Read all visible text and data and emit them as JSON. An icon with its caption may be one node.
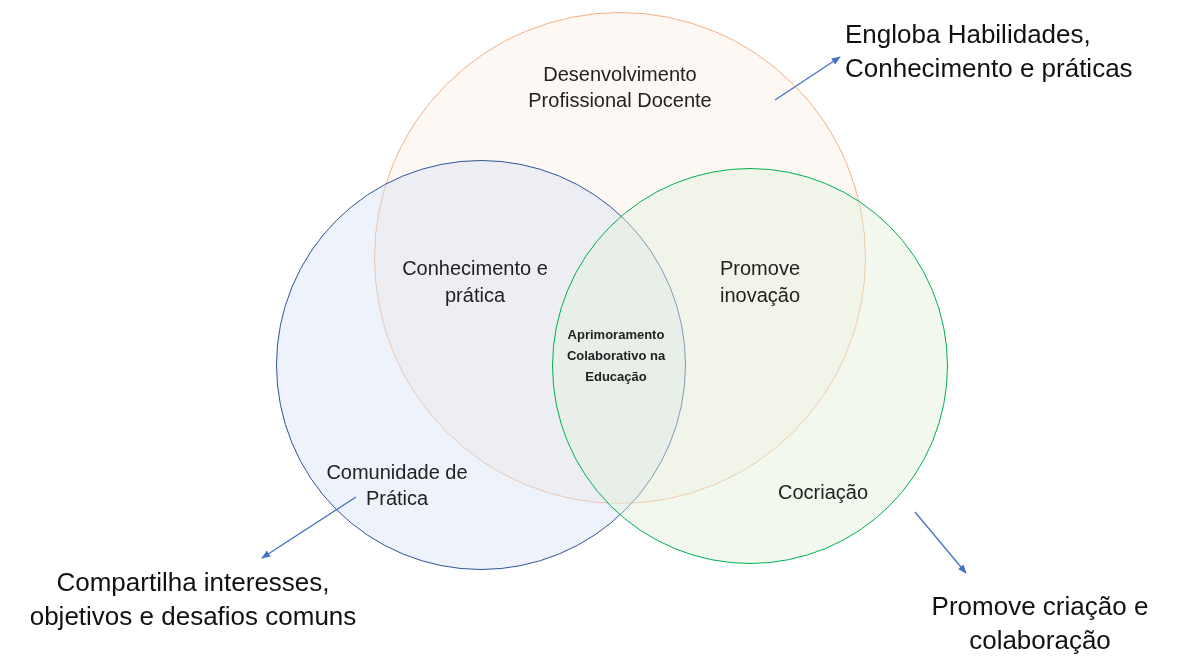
{
  "diagram": {
    "nodes": [
      {
        "text": [
          "Desenvolvimento Profissional Docente"
        ]
      },
      {
        "text": [
          "Comunidade de Prática"
        ]
      },
      {
        "text": [
          "Cocriação"
        ]
      },
      {
        "text": [
          "Engloba Habilidades, Conhecimento e práticas"
        ]
      },
      {
        "text": [
          "Compartilha interesses, objetivos e desafios comuns"
        ]
      },
      {
        "text": [
          "Promove criação e colaboração"
        ]
      }
    ],
    "edges": [
      {
        "from": 0,
        "to": 3,
        "arrow": "to"
      },
      {
        "from": 1,
        "to": 4,
        "arrow": "to"
      },
      {
        "from": 2,
        "to": 5,
        "arrow": "to"
      }
    ],
    "labels": [
      "Conhecimento e prática",
      "Promove inovação",
      "Aprimoramento Colaborativo na Educação"
    ]
  }
}
